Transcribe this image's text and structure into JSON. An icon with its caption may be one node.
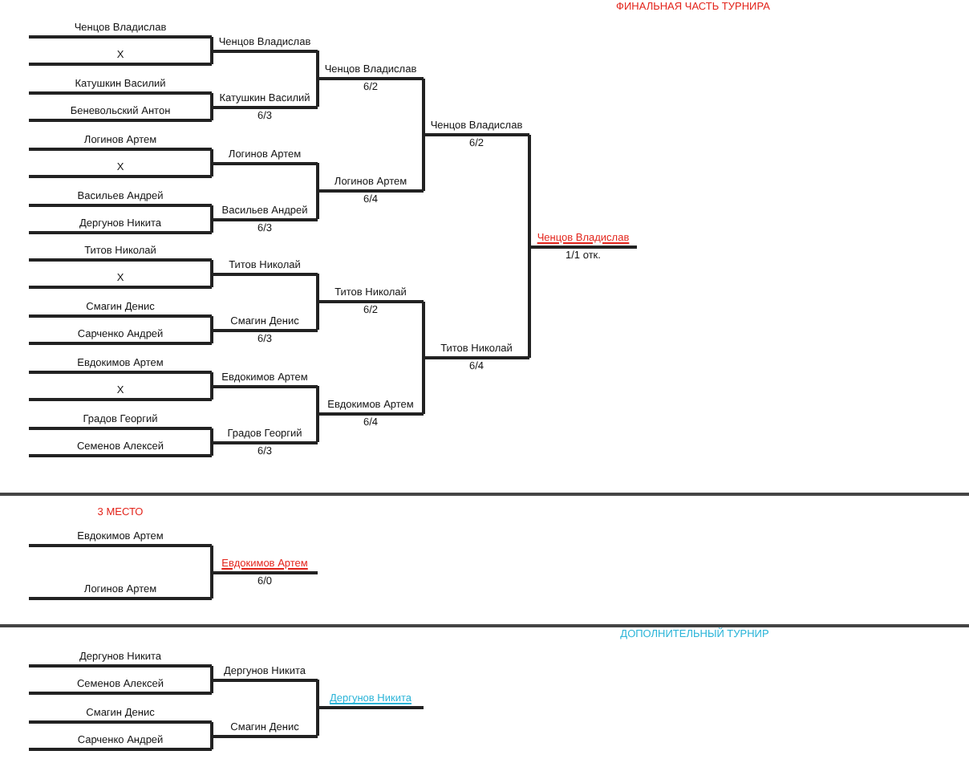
{
  "diagram": {
    "nodes": [
      {
        "text": [
          "Ченцов Владислав"
        ]
      },
      {
        "text": [
          "X"
        ]
      },
      {
        "text": [
          "Катушкин Василий"
        ]
      },
      {
        "text": [
          "Беневольский Антон"
        ]
      },
      {
        "text": [
          "Логинов Артем"
        ]
      },
      {
        "text": [
          "X"
        ]
      },
      {
        "text": [
          "Васильев Андрей"
        ]
      },
      {
        "text": [
          "Дергунов Никита"
        ]
      },
      {
        "text": [
          "Титов Николай"
        ]
      },
      {
        "text": [
          "X"
        ]
      },
      {
        "text": [
          "Смагин Денис"
        ]
      },
      {
        "text": [
          "Сарченко Андрей"
        ]
      },
      {
        "text": [
          "Евдокимов Артем"
        ]
      },
      {
        "text": [
          "X"
        ]
      },
      {
        "text": [
          "Градов Георгий"
        ]
      },
      {
        "text": [
          "Семенов Алексей"
        ]
      },
      {
        "text": [
          "Ченцов Владислав"
        ]
      },
      {
        "text": [
          "Катушкин Василий",
          "6/3"
        ]
      },
      {
        "text": [
          "Логинов Артем"
        ]
      },
      {
        "text": [
          "Васильев Андрей",
          "6/3"
        ]
      },
      {
        "text": [
          "Титов Николай"
        ]
      },
      {
        "text": [
          "Смагин Денис",
          "6/3"
        ]
      },
      {
        "text": [
          "Евдокимов Артем"
        ]
      },
      {
        "text": [
          "Градов Георгий",
          "6/3"
        ]
      },
      {
        "text": [
          "Ченцов Владислав",
          "6/2"
        ]
      },
      {
        "text": [
          "Логинов Артем",
          "6/4"
        ]
      },
      {
        "text": [
          "Титов Николай",
          "6/2"
        ]
      },
      {
        "text": [
          "Евдокимов Артем",
          "6/4"
        ]
      },
      {
        "text": [
          "Ченцов Владислав",
          "6/2"
        ]
      },
      {
        "text": [
          "Титов Николай",
          "6/4"
        ]
      },
      {
        "text": [
          "Ченцов Владислав",
          "1/1 отк."
        ]
      },
      {
        "text": [
          "Евдокимов Артем"
        ]
      },
      {
        "text": [
          "Логинов Артем"
        ]
      },
      {
        "text": [
          "Евдокимов Артем",
          "6/0"
        ]
      },
      {
        "text": [
          "Дергунов Никита"
        ]
      },
      {
        "text": [
          "Семенов Алексей"
        ]
      },
      {
        "text": [
          "Смагин Денис"
        ]
      },
      {
        "text": [
          "Сарченко Андрей"
        ]
      },
      {
        "text": [
          "Дергунов Никита"
        ]
      },
      {
        "text": [
          "Смагин Денис"
        ]
      },
      {
        "text": [
          "Дергунов Никита"
        ]
      }
    ],
    "edges": [
      {
        "from": 0,
        "to": 16,
        "arrow": "none"
      },
      {
        "from": 1,
        "to": 16,
        "arrow": "none"
      },
      {
        "from": 2,
        "to": 17,
        "arrow": "none"
      },
      {
        "from": 3,
        "to": 17,
        "arrow": "none"
      },
      {
        "from": 4,
        "to": 18,
        "arrow": "none"
      },
      {
        "from": 5,
        "to": 18,
        "arrow": "none"
      },
      {
        "from": 6,
        "to": 19,
        "arrow": "none"
      },
      {
        "from": 7,
        "to": 19,
        "arrow": "none"
      },
      {
        "from": 8,
        "to": 20,
        "arrow": "none"
      },
      {
        "from": 9,
        "to": 20,
        "arrow": "none"
      },
      {
        "from": 10,
        "to": 21,
        "arrow": "none"
      },
      {
        "from": 11,
        "to": 21,
        "arrow": "none"
      },
      {
        "from": 12,
        "to": 22,
        "arrow": "none"
      },
      {
        "from": 13,
        "to": 22,
        "arrow": "none"
      },
      {
        "from": 14,
        "to": 23,
        "arrow": "none"
      },
      {
        "from": 15,
        "to": 23,
        "arrow": "none"
      },
      {
        "from": 16,
        "to": 24,
        "arrow": "none"
      },
      {
        "from": 17,
        "to": 24,
        "arrow": "none"
      },
      {
        "from": 18,
        "to": 25,
        "arrow": "none"
      },
      {
        "from": 19,
        "to": 25,
        "arrow": "none"
      },
      {
        "from": 20,
        "to": 26,
        "arrow": "none"
      },
      {
        "from": 21,
        "to": 26,
        "arrow": "none"
      },
      {
        "from": 22,
        "to": 27,
        "arrow": "none"
      },
      {
        "from": 23,
        "to": 27,
        "arrow": "none"
      },
      {
        "from": 24,
        "to": 28,
        "arrow": "none"
      },
      {
        "from": 25,
        "to": 28,
        "arrow": "none"
      },
      {
        "from": 26,
        "to": 29,
        "arrow": "none"
      },
      {
        "from": 27,
        "to": 29,
        "arrow": "none"
      },
      {
        "from": 28,
        "to": 30,
        "arrow": "none"
      },
      {
        "from": 29,
        "to": 30,
        "arrow": "none"
      },
      {
        "from": 31,
        "to": 33,
        "arrow": "none"
      },
      {
        "from": 32,
        "to": 33,
        "arrow": "none"
      },
      {
        "from": 34,
        "to": 38,
        "arrow": "none"
      },
      {
        "from": 35,
        "to": 38,
        "arrow": "none"
      },
      {
        "from": 36,
        "to": 39,
        "arrow": "none"
      },
      {
        "from": 37,
        "to": 39,
        "arrow": "none"
      },
      {
        "from": 38,
        "to": 40,
        "arrow": "none"
      },
      {
        "from": 39,
        "to": 40,
        "arrow": "none"
      }
    ],
    "labels": [
      "ФИНАЛЬНАЯ ЧАСТЬ ТУРНИРА",
      "3 МЕСТО",
      "ДОПОЛНИТЕЛЬНЫЙ ТУРНИР"
    ]
  }
}
